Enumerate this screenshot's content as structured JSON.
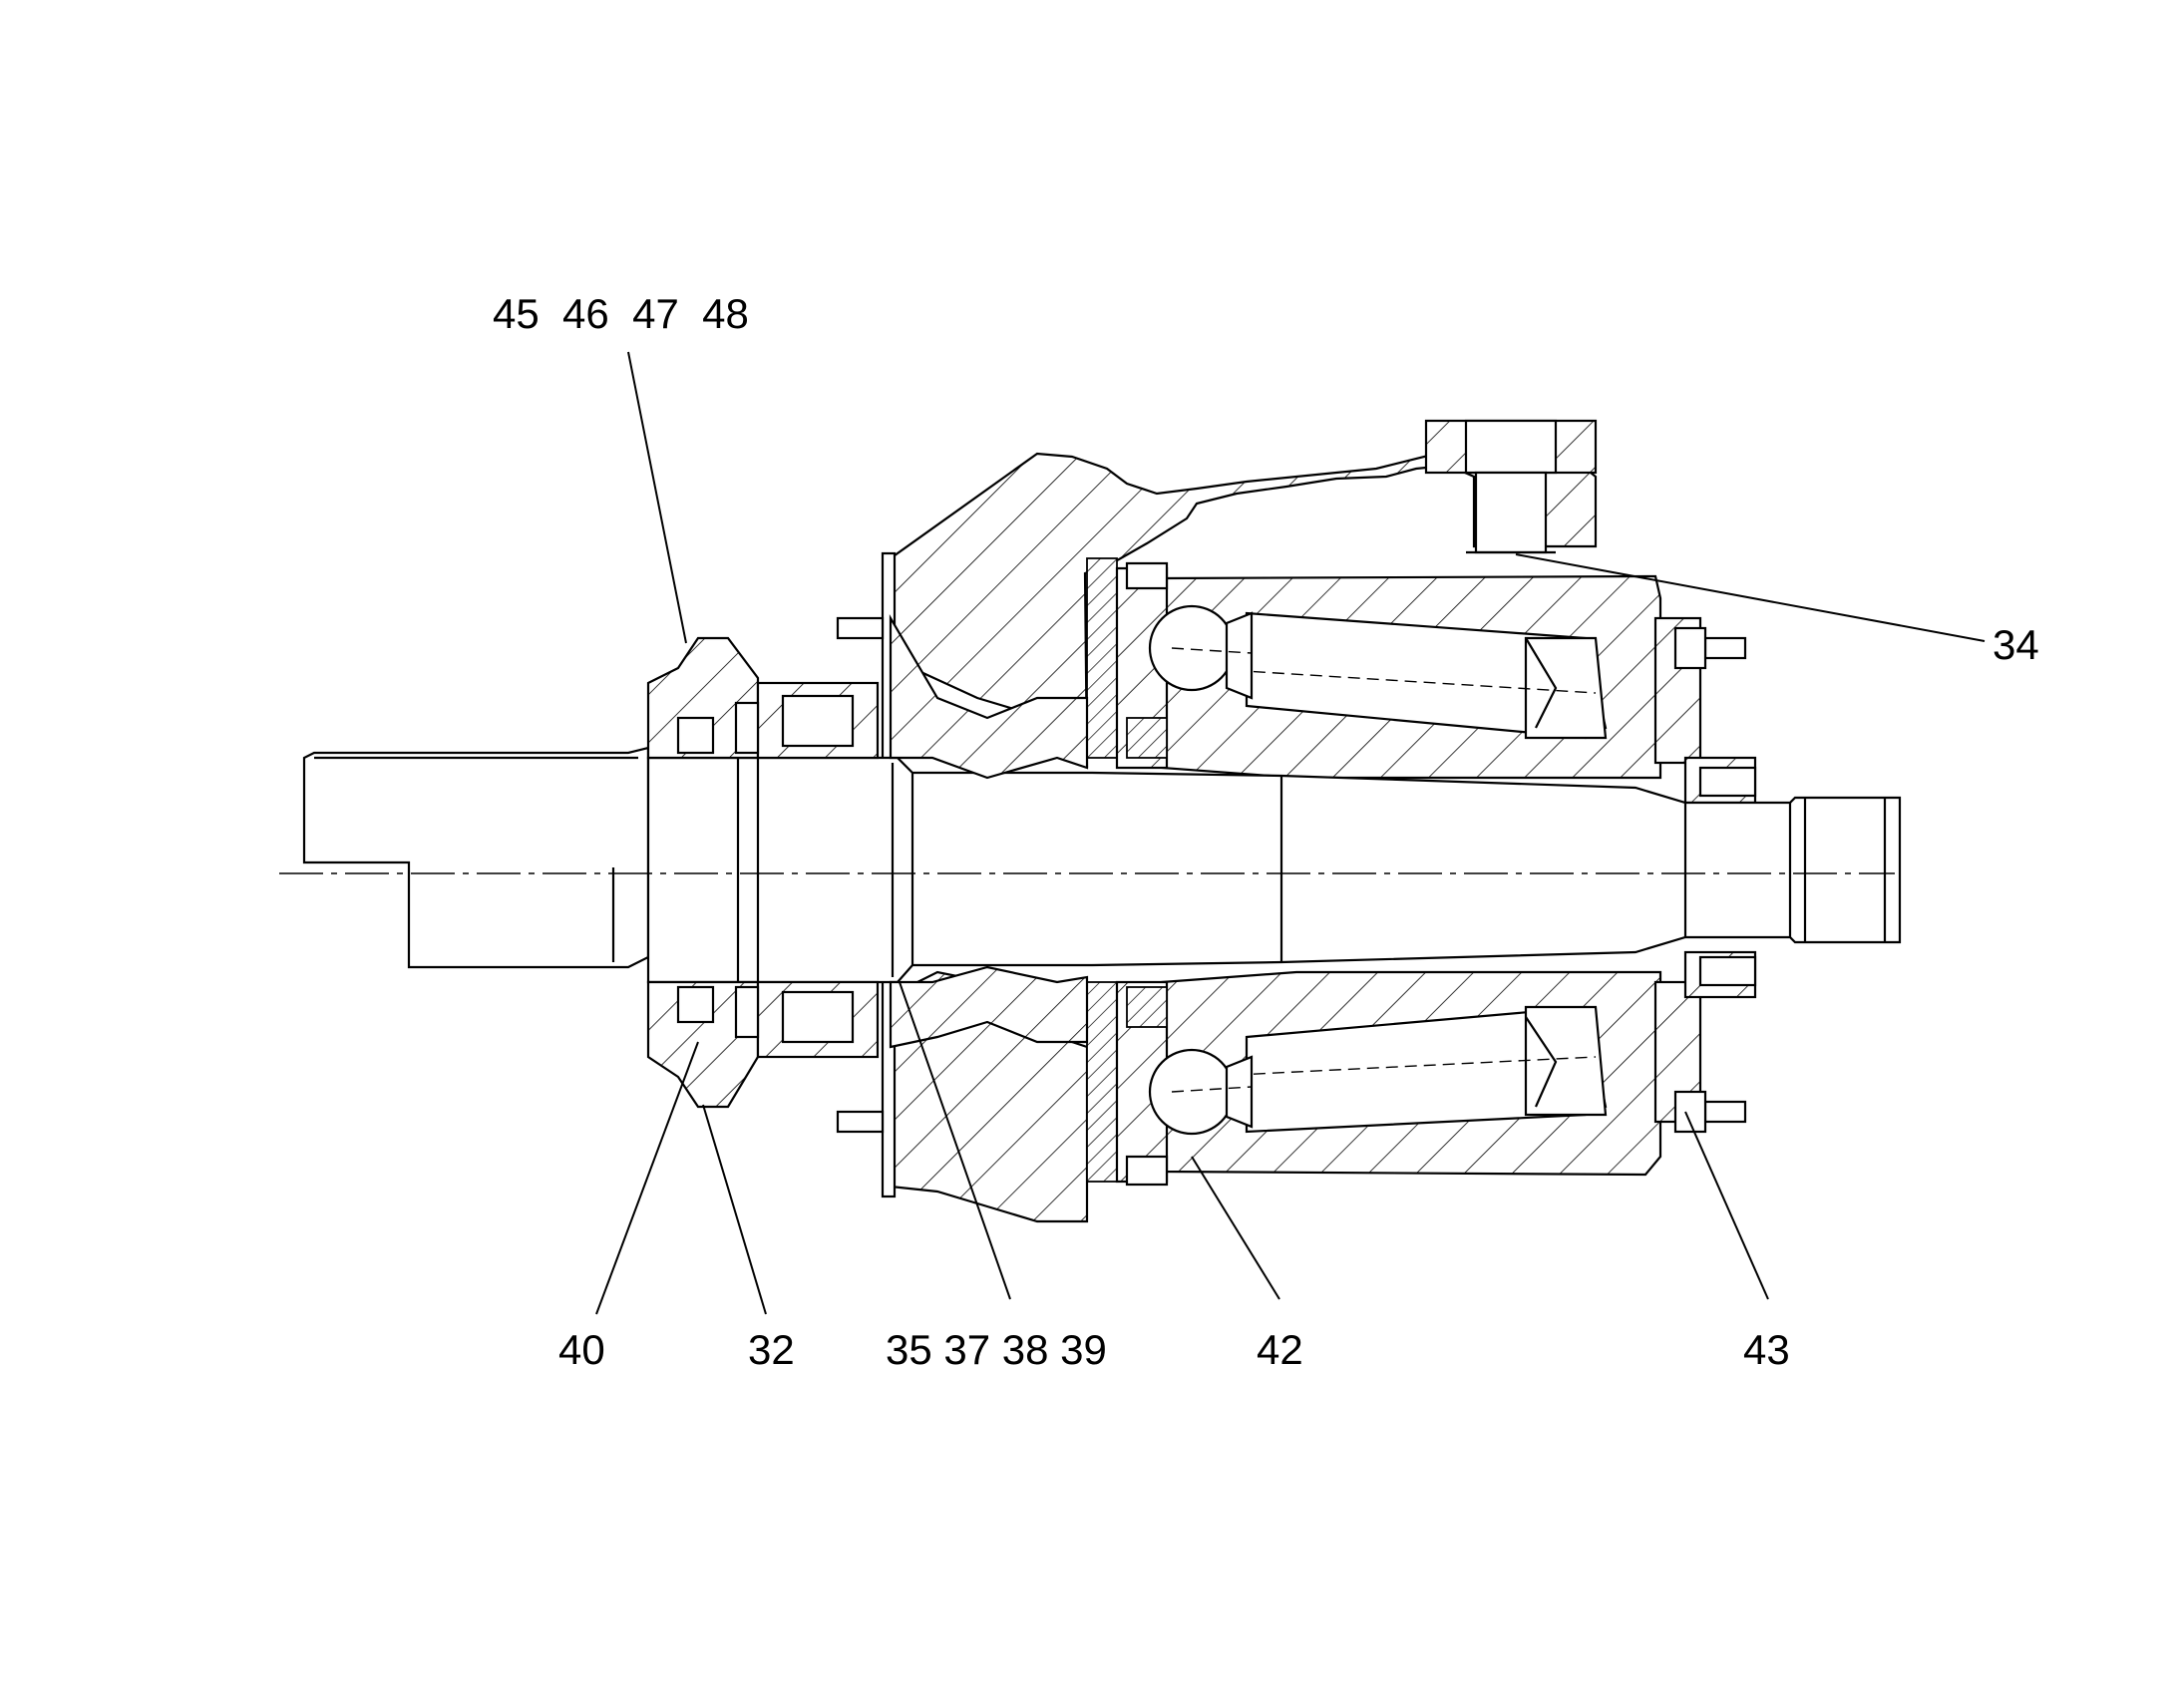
{
  "callouts": {
    "top_left": "45  46  47  48",
    "right_upper": "34",
    "bottom_40": "40",
    "bottom_32": "32",
    "bottom_group": "35 37 38 39",
    "bottom_42": "42",
    "bottom_43": "43"
  }
}
